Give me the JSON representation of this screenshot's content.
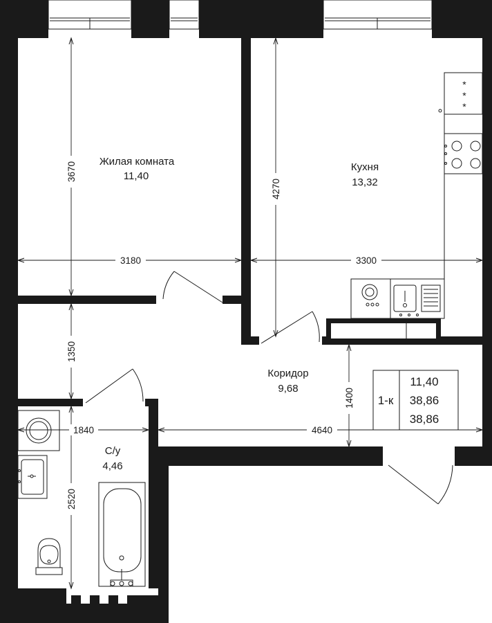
{
  "rooms": {
    "living": {
      "name": "Жилая комната",
      "area": "11,40"
    },
    "kitchen": {
      "name": "Кухня",
      "area": "13,32"
    },
    "corridor": {
      "name": "Коридор",
      "area": "9,68"
    },
    "bathroom": {
      "name": "С/у",
      "area": "4,46"
    }
  },
  "dimensions": {
    "living_height": "3670",
    "living_width": "3180",
    "kitchen_height": "4270",
    "kitchen_width": "3300",
    "corridor_left_height": "1350",
    "corridor_right_height": "1400",
    "bath_width": "1840",
    "corridor_width": "4640",
    "bath_height": "2520"
  },
  "summary": {
    "type": "1-к",
    "living_area": "11,40",
    "total_area": "38,86",
    "total_area_2": "38,86"
  },
  "colors": {
    "wall": "#1a1a1a",
    "background": "#ffffff"
  }
}
